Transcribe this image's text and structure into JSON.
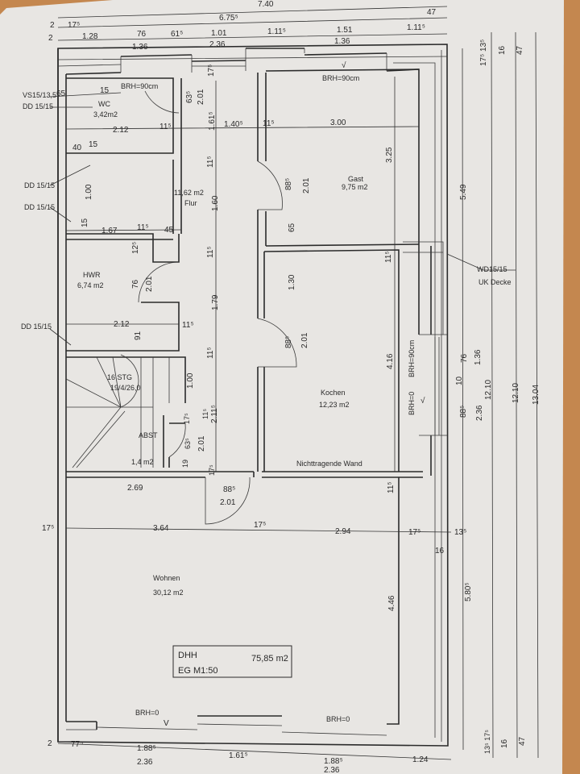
{
  "colors": {
    "paper": "#e8e6e3",
    "background": "#c4874f",
    "ink": "#2b2b2b"
  },
  "rooms": {
    "wc": {
      "name": "WC",
      "area": "3,42m2"
    },
    "flur": {
      "name": "Flur",
      "area": "11,62 m2"
    },
    "gast": {
      "name": "Gast",
      "area": "9,75 m2"
    },
    "hwr": {
      "name": "HWR",
      "area": "6,74 m2"
    },
    "stair": {
      "steps": "16 STG",
      "ratio": "19/4/26,0"
    },
    "abst": {
      "name": "ABST",
      "area": "1,4 m2"
    },
    "kochen": {
      "name": "Kochen",
      "area": "12,23 m2"
    },
    "wohnen": {
      "name": "Wohnen",
      "area": "30,12 m2"
    }
  },
  "notes": {
    "brh_wc": "BRH=90cm",
    "brh_gast": "BRH=90cm",
    "brh_kochen": "BRH=90cm",
    "brh0_kochen": "BRH=0",
    "brh0_left": "BRH=0",
    "brh0_right": "BRH=0",
    "vs": "VS15/13,5",
    "dd1": "DD 15/15",
    "dd2": "DD 15/15",
    "dd3": "DD 15/15",
    "dd4": "DD 15/15",
    "wd": "WD15/15",
    "uk": "UK Decke",
    "wall": "Nichttragende Wand",
    "check1": "√",
    "check2": "√",
    "check3": "V"
  },
  "title_block": {
    "type": "DHH",
    "area": "75,85 m2",
    "floor_scale": "EG  M1:50"
  },
  "dims": {
    "top": [
      "7.40",
      "6.75⁵",
      "47",
      "2",
      "17⁵",
      "2",
      "1.28",
      "76",
      "61⁵",
      "1.01",
      "1.11⁵",
      "1.51",
      "1.11⁵",
      "1.36",
      "2.36",
      "1.36"
    ],
    "right_top": [
      "17⁵ 13⁵",
      "16",
      "47"
    ],
    "upper": [
      "65",
      "15",
      "63⁵",
      "2.01",
      "17⁵",
      "1.61⁵",
      "1.40⁵",
      "11⁵",
      "3.00",
      "2.12",
      "11⁵",
      "40",
      "15"
    ],
    "middle": [
      "1.00",
      "15",
      "1.67",
      "11⁵",
      "45",
      "1.60",
      "11⁵",
      "11⁵",
      "1.79",
      "11⁵",
      "3.25",
      "88⁵",
      "2.01",
      "65",
      "1.30",
      "88⁵",
      "2.01",
      "11⁵",
      "5.49"
    ],
    "hwr": [
      "12⁵",
      "76",
      "2.01",
      "2.12",
      "11⁵",
      "91"
    ],
    "stair": [
      "1.00",
      "17⁵",
      "11⁵",
      "2.11⁵",
      "63⁵",
      "2.01",
      "19",
      "17⁵"
    ],
    "kitchen": [
      "4.16",
      "10",
      "76",
      "1.36",
      "88⁵",
      "2.36",
      "12.10",
      "12.10",
      "13.04"
    ],
    "lower": [
      "2.69",
      "88⁵",
      "2.01",
      "17⁵",
      "3.64",
      "17⁵",
      "2.94",
      "17⁵",
      "13⁵",
      "16",
      "11⁵",
      "4.46",
      "5.80⁵"
    ],
    "bottom": [
      "2",
      "77⁵",
      "1.88⁵",
      "2.36",
      "1.61⁵",
      "1.88⁵",
      "2.36",
      "1.24",
      "13⁵ 17⁵",
      "16",
      "47"
    ]
  }
}
